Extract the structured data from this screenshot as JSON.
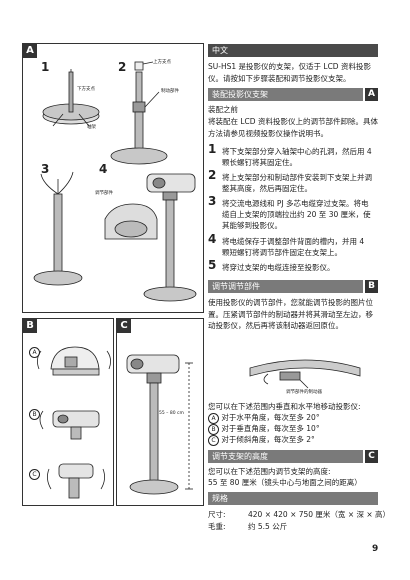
{
  "header": {
    "title": "中文"
  },
  "intro": "SU-HS1 是投影仪的支架，仅适于 LCD 资料投影仪。请按如下步骤装配和调节投影仪支架。",
  "section_a": {
    "heading": "装配投影仪支架",
    "letter": "A",
    "subheading": "装配之前",
    "subtext": "将装配在 LCD 资料投影仪上的调节部件卸除。具体方法请参见视频投影仪操作说明书。",
    "steps": [
      {
        "num": "1",
        "text": "将下支架部分穿入轴架中心的孔洞，然后用 4 颗长螺钉将其固定住。"
      },
      {
        "num": "2",
        "text": "将上支架部分和制动部件安装到下支架上并调整其高度，然后再固定住。"
      },
      {
        "num": "3",
        "text": "将交流电源线和 PJ 多芯电缆穿过支架。将电缆自上支架的顶端拉出约 20 至 30 厘米，使其能够到投影仪。"
      },
      {
        "num": "4",
        "text": "将电缆保存于调整部件背面的槽内，并用 4 颗短螺钉将调节部件固定在支架上。"
      },
      {
        "num": "5",
        "text": "将穿过支架的电缆连接至投影仪。"
      }
    ]
  },
  "section_b": {
    "heading": "调节调节部件",
    "letter": "B",
    "text": "使用投影仪的调节部件，您就能调节投影的图片位置。压紧调节部件的制动器并将其滑动至左边，移动投影仪，然后再将该制动器返回原位。",
    "caption": "调节部件的制动器",
    "angles_intro": "您可以在下述范围内垂直和水平地移动投影仪:",
    "angles": [
      {
        "mark": "A",
        "text": "对于水平角度，每次至多 20°"
      },
      {
        "mark": "B",
        "text": "对于垂直角度，每次至多 10°"
      },
      {
        "mark": "C",
        "text": "对于倾斜角度，每次至多 2°"
      }
    ]
  },
  "section_c": {
    "heading": "调节支架的高度",
    "letter": "C",
    "text1": "您可以在下述范围内调节支架的高度:",
    "text2": "55 至 80 厘米（镜头中心与地面之间的距离）"
  },
  "spec": {
    "heading": "规格",
    "rows": [
      {
        "label": "尺寸:",
        "value": "420 × 420 × 750 厘米（宽 × 深 × 高）"
      },
      {
        "label": "毛重:",
        "value": "约 5.5 公斤"
      }
    ]
  },
  "figures": {
    "panel_a": {
      "letter": "A",
      "nums": [
        "1",
        "2",
        "3",
        "4"
      ],
      "labels": {
        "lower": "下方支点",
        "axle": "轴架",
        "upper": "上方支点",
        "brake": "制动部件",
        "adjust": "调节部件"
      }
    },
    "panel_b": {
      "letter": "B",
      "marks": [
        "A",
        "B",
        "C"
      ]
    },
    "panel_c": {
      "letter": "C",
      "height": "55 – 80 cm"
    }
  },
  "page_number": "9"
}
